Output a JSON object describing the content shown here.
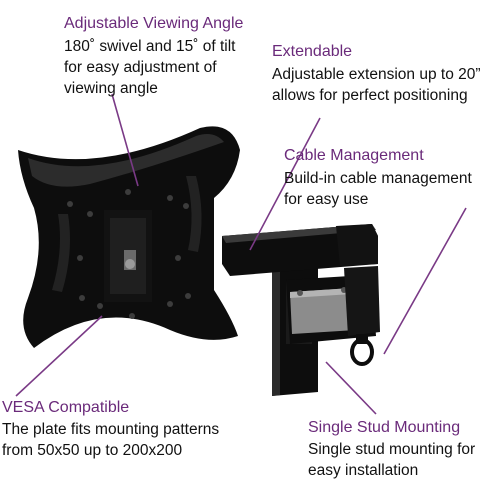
{
  "colors": {
    "title": "#6a2a7a",
    "text": "#111111",
    "leader_line": "#7a3a86",
    "mount_black": "#0d0d0d",
    "mount_highlight": "#3a3a3a",
    "pivot_gray": "#8c8c8c"
  },
  "callouts": {
    "viewing_angle": {
      "title": "Adjustable Viewing Angle",
      "lines": [
        "180˚ swivel and 15˚ of tilt",
        "for easy adjustment of",
        "viewing angle"
      ]
    },
    "extendable": {
      "title": "Extendable",
      "lines": [
        "Adjustable extension up to 20”",
        "allows for perfect positioning"
      ]
    },
    "cable_management": {
      "title": "Cable Management",
      "lines": [
        "Build-in cable management",
        "for easy use"
      ]
    },
    "vesa": {
      "title": "VESA Compatible",
      "lines": [
        "The plate fits mounting patterns",
        "from 50x50 up to 200x200"
      ]
    },
    "single_stud": {
      "title": "Single Stud Mounting",
      "lines": [
        "Single stud mounting for",
        "easy installation"
      ]
    }
  }
}
